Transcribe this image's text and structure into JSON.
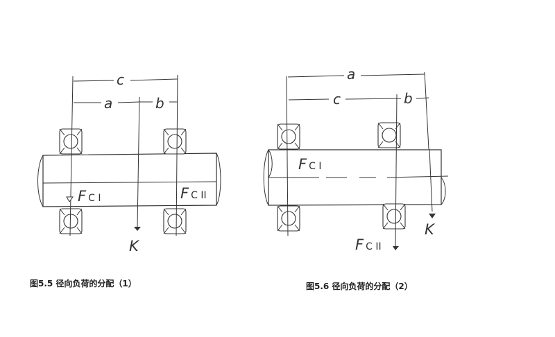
{
  "figure1": {
    "caption": "图5.5   径向负荷的分配（1）",
    "dim_c": "c",
    "dim_a": "a",
    "dim_b": "b",
    "force_1": "F",
    "force_1_sub": "C I",
    "force_2": "F",
    "force_2_sub": "C II",
    "load": "K"
  },
  "figure2": {
    "caption": "图5.6   径向负荷的分配（2）",
    "dim_a": "a",
    "dim_c": "c",
    "dim_b": "b",
    "force_1": "F",
    "force_1_sub": "C I",
    "force_2": "F",
    "force_2_sub": "C II",
    "load": "K"
  }
}
